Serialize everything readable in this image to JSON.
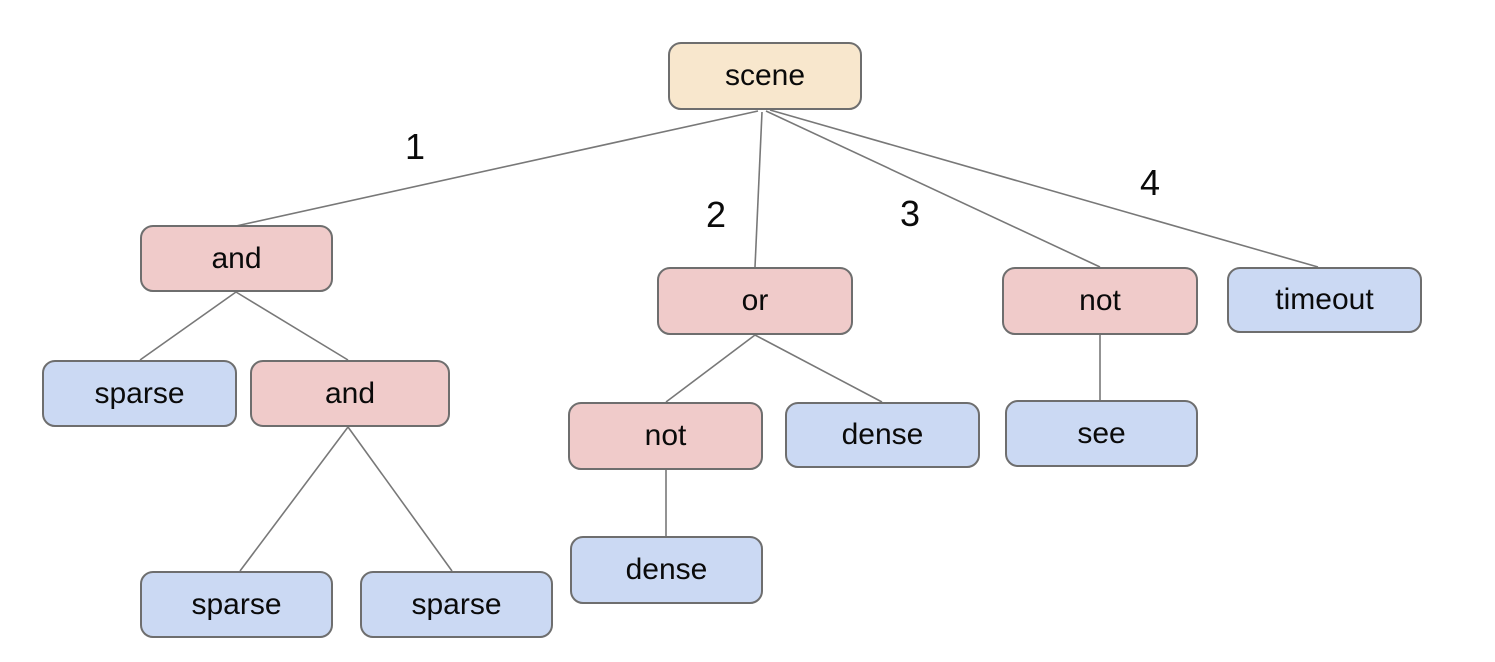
{
  "colors": {
    "root_fill": "#f8e7cd",
    "op_fill": "#f0cbca",
    "leaf_fill": "#cbd9f3",
    "node_border": "#6e6e6e",
    "edge_stroke": "#787878",
    "text": "#0a0a0a",
    "background": "#ffffff"
  },
  "nodes": [
    {
      "id": "scene",
      "label": "scene",
      "type": "root"
    },
    {
      "id": "and-1",
      "label": "and",
      "type": "op"
    },
    {
      "id": "or-1",
      "label": "or",
      "type": "op"
    },
    {
      "id": "not-1",
      "label": "not",
      "type": "op"
    },
    {
      "id": "timeout-1",
      "label": "timeout",
      "type": "leaf"
    },
    {
      "id": "sparse-1",
      "label": "sparse",
      "type": "leaf"
    },
    {
      "id": "and-2",
      "label": "and",
      "type": "op"
    },
    {
      "id": "not-2",
      "label": "not",
      "type": "op"
    },
    {
      "id": "dense-1",
      "label": "dense",
      "type": "leaf"
    },
    {
      "id": "see-1",
      "label": "see",
      "type": "leaf"
    },
    {
      "id": "dense-2",
      "label": "dense",
      "type": "leaf"
    },
    {
      "id": "sparse-2",
      "label": "sparse",
      "type": "leaf"
    },
    {
      "id": "sparse-3",
      "label": "sparse",
      "type": "leaf"
    }
  ],
  "edge_labels": [
    {
      "text": "1"
    },
    {
      "text": "2"
    },
    {
      "text": "3"
    },
    {
      "text": "4"
    }
  ],
  "tree": {
    "label": "scene",
    "children": [
      {
        "branch": "1",
        "label": "and",
        "children": [
          {
            "label": "sparse"
          },
          {
            "label": "and",
            "children": [
              {
                "label": "sparse"
              },
              {
                "label": "sparse"
              }
            ]
          }
        ]
      },
      {
        "branch": "2",
        "label": "or",
        "children": [
          {
            "label": "not",
            "children": [
              {
                "label": "dense"
              }
            ]
          },
          {
            "label": "dense"
          }
        ]
      },
      {
        "branch": "3",
        "label": "not",
        "children": [
          {
            "label": "see"
          }
        ]
      },
      {
        "branch": "4",
        "label": "timeout"
      }
    ]
  }
}
